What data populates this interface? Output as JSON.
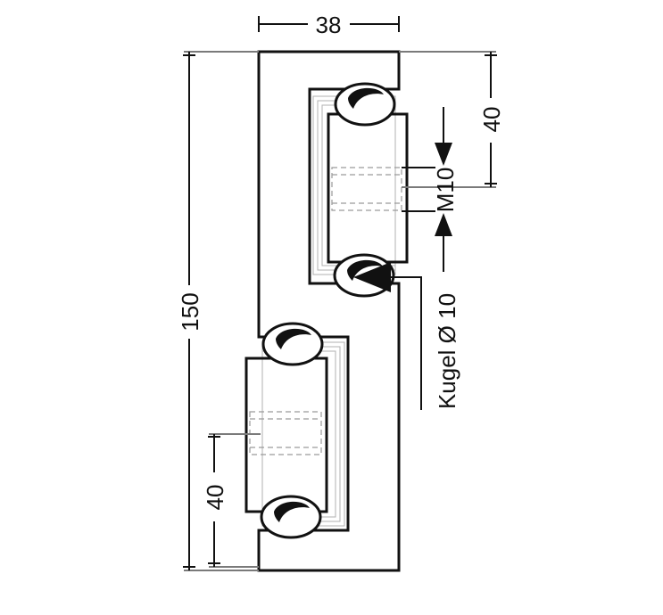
{
  "dimensions": {
    "width_top": "38",
    "height_total": "150",
    "upper_offset": "40",
    "lower_offset": "40"
  },
  "callouts": {
    "thread": "M10",
    "ball": "Kugel Ø 10"
  },
  "colors": {
    "line": "#111111",
    "extension": "#7a7a7a",
    "hatch": "#555555",
    "background": "#ffffff"
  }
}
